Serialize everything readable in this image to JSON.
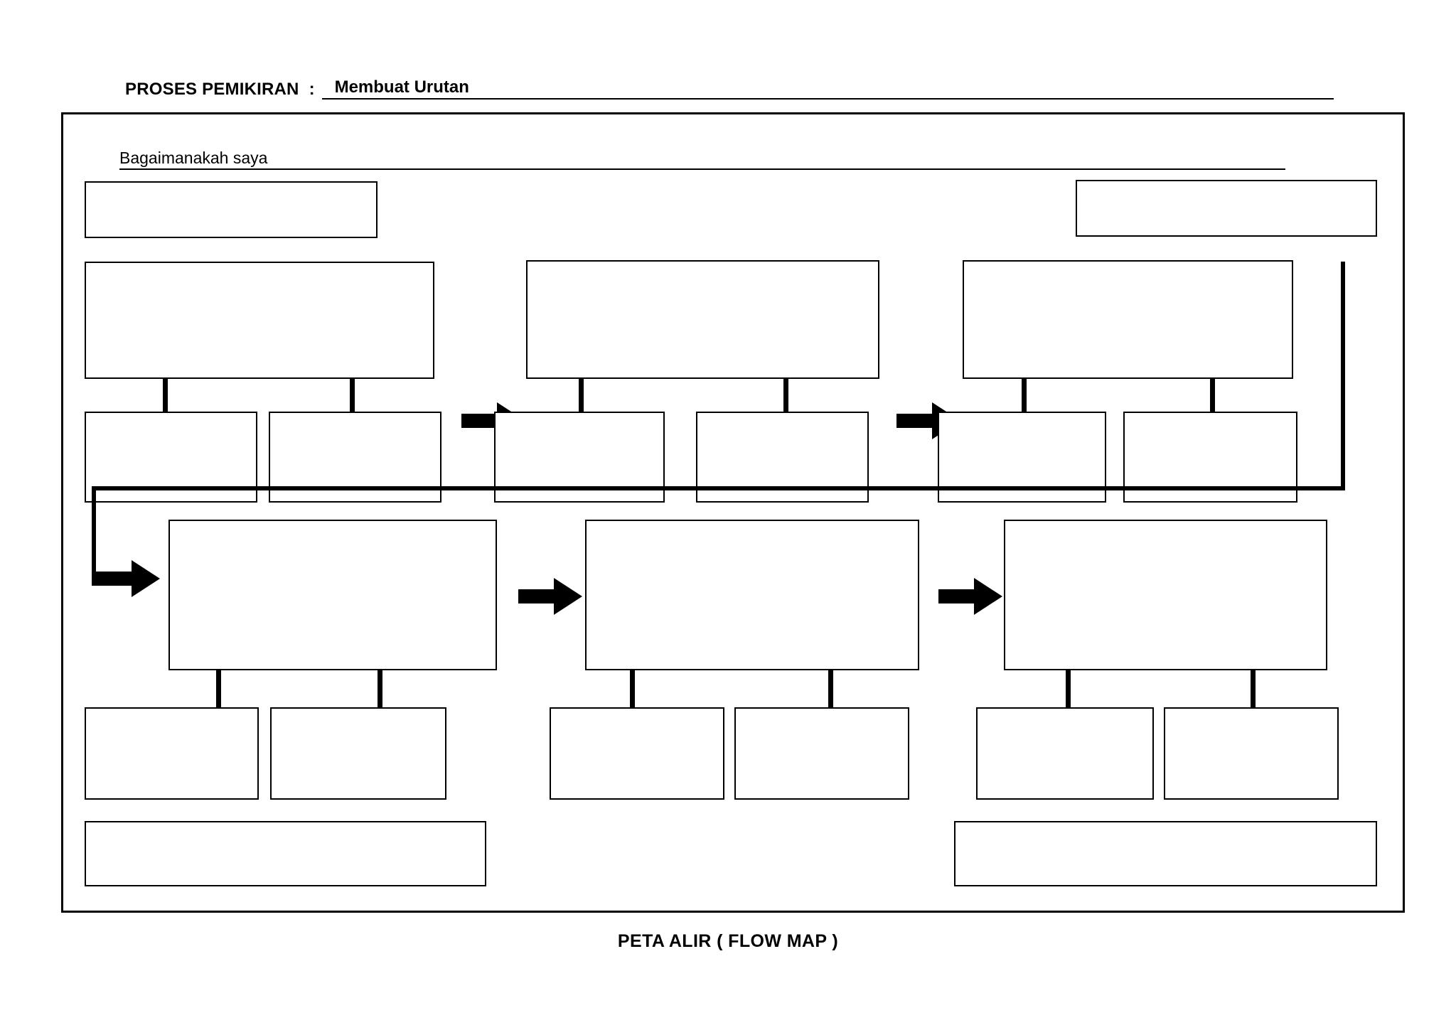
{
  "header": {
    "label": "PROSES PEMIKIRAN",
    "colon": ":",
    "value": "Membuat Urutan"
  },
  "frame": {
    "prompt": "Bagaimanakah saya"
  },
  "caption": "PETA ALIR ( FLOW MAP )",
  "colors": {
    "ink": "#000000",
    "paper": "#ffffff"
  },
  "banner_boxes": [
    {
      "name": "top-left-banner-box",
      "text": ""
    },
    {
      "name": "top-right-banner-box",
      "text": ""
    },
    {
      "name": "bottom-left-banner-box",
      "text": ""
    },
    {
      "name": "bottom-right-banner-box",
      "text": ""
    }
  ],
  "rows": [
    {
      "name": "flow-row-1",
      "steps": [
        {
          "name": "step-1",
          "text": "",
          "substeps": [
            {
              "text": ""
            },
            {
              "text": ""
            }
          ]
        },
        {
          "name": "step-2",
          "text": "",
          "substeps": [
            {
              "text": ""
            },
            {
              "text": ""
            }
          ]
        },
        {
          "name": "step-3",
          "text": "",
          "substeps": [
            {
              "text": ""
            },
            {
              "text": ""
            }
          ]
        }
      ],
      "arrows": [
        "arrow-step1-to-step2",
        "arrow-step2-to-step3"
      ]
    },
    {
      "name": "flow-row-2",
      "steps": [
        {
          "name": "step-4",
          "text": "",
          "substeps": [
            {
              "text": ""
            },
            {
              "text": ""
            }
          ]
        },
        {
          "name": "step-5",
          "text": "",
          "substeps": [
            {
              "text": ""
            },
            {
              "text": ""
            }
          ]
        },
        {
          "name": "step-6",
          "text": "",
          "substeps": [
            {
              "text": ""
            },
            {
              "text": ""
            }
          ]
        }
      ],
      "arrows": [
        "arrow-step4-to-step5",
        "arrow-step5-to-step6"
      ]
    }
  ],
  "wrap_connector": {
    "name": "wrap-connector-step3-to-step4",
    "description": "elbow line from right of step-3 down and left to arrow into step-4"
  }
}
